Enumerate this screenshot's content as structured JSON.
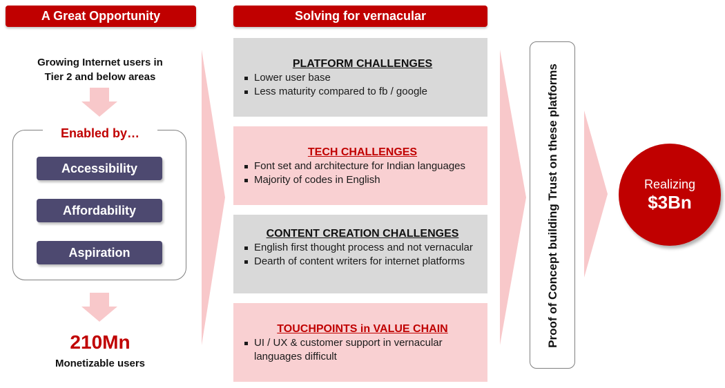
{
  "header": {
    "left_title": "A Great Opportunity",
    "mid_title": "Solving for vernacular"
  },
  "opportunity": {
    "growing_line1": "Growing Internet users in",
    "growing_line2": "Tier 2 and below areas",
    "enabled_label": "Enabled by…",
    "pills": [
      "Accessibility",
      "Affordability",
      "Aspiration"
    ],
    "big_number": "210Mn",
    "big_number_caption": "Monetizable users"
  },
  "challenges": [
    {
      "title": "PLATFORM CHALLENGES",
      "items": [
        "Lower user base",
        "Less maturity compared to fb / google"
      ]
    },
    {
      "title": "TECH CHALLENGES",
      "items": [
        "Font set and architecture for Indian languages",
        "Majority of codes in English"
      ]
    },
    {
      "title": "CONTENT CREATION CHALLENGES",
      "items": [
        "English first thought process and not vernacular",
        "Dearth of content writers for internet platforms"
      ]
    },
    {
      "title": "TOUCHPOINTS in VALUE CHAIN",
      "items": [
        "UI / UX & customer support in vernacular languages difficult"
      ]
    }
  ],
  "proof": {
    "text": "Proof of Concept building Trust on these platforms"
  },
  "result": {
    "line1": "Realizing",
    "line2": "$3Bn"
  },
  "colors": {
    "accent_red": "#c00000",
    "pill_purple": "#4d4970",
    "card_grey": "#d9d9d9",
    "card_pink": "#f9d0d2",
    "chevron_pink": "#f8c8ca"
  }
}
